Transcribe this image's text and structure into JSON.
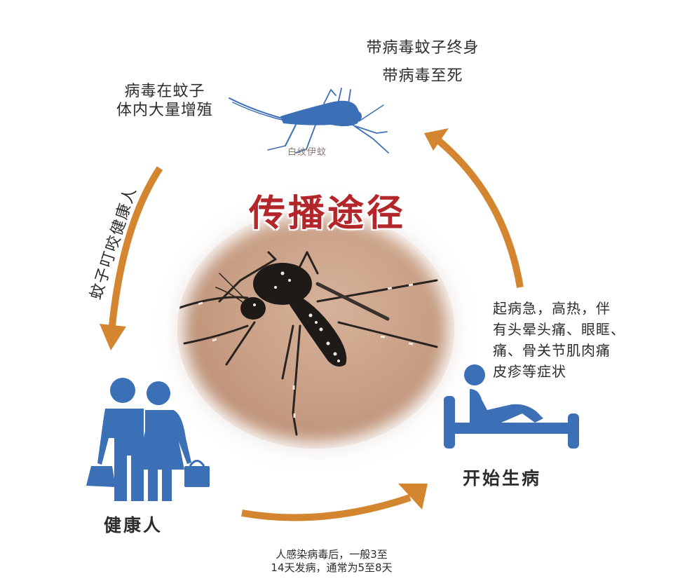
{
  "title": "传播途径",
  "stages": {
    "mosquito_carrier": {
      "label_line1": "带病毒蚊子终身",
      "label_line2": "带病毒至死",
      "species": "白纹伊蚊"
    },
    "replication": {
      "line1": "病毒在蚊子",
      "line2": "体内大量增殖"
    },
    "bite": {
      "label": "蚊子叮咬健康人"
    },
    "healthy": {
      "label": "健康人"
    },
    "incubation": {
      "line1": "人感染病毒后，一般3至",
      "line2": "14天发病，通常为5至8天"
    },
    "sick": {
      "label": "开始生病",
      "symptoms_line1": "起病急，高热，伴",
      "symptoms_line2": "有头晕头痛、眼眶、",
      "symptoms_line3": "痛、骨关节肌肉痛",
      "symptoms_line4": "皮疹等症状"
    }
  },
  "icons": {
    "mosquito_silhouette": "mosquito-icon",
    "mosquito_photo": "mosquito-photo",
    "healthy_people": "couple-icon",
    "sick_person": "person-in-bed-icon",
    "arrows": [
      "arrow-down-left",
      "arrow-right-bottom",
      "arrow-up-right"
    ]
  },
  "colors": {
    "title_red": "#b3262a",
    "icon_blue": "#3b6fb6",
    "arrow_orange": "#d3862f",
    "text_dark": "#2d2d2d",
    "skin": "#c9a086"
  }
}
